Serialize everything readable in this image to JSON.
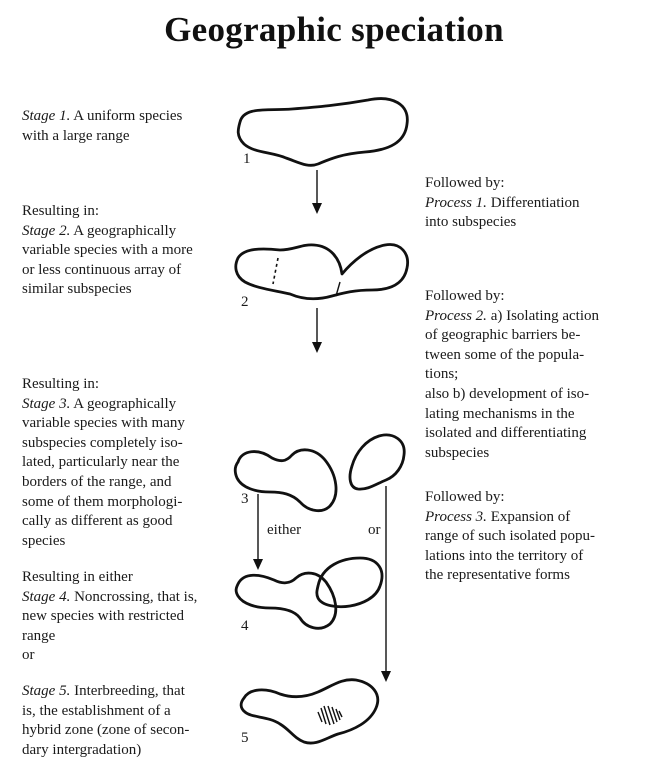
{
  "title": "Geographic speciation",
  "stage1": {
    "label": "Stage 1.",
    "line1_rest": " A uniform species",
    "line2": "with a large range"
  },
  "stage2": {
    "resulting": "Resulting in:",
    "label": "Stage 2.",
    "line1_rest": " A geographically",
    "line2": "variable species with a more",
    "line3": "or less continuous array of",
    "line4": "similar subspecies"
  },
  "stage3": {
    "resulting": "Resulting in:",
    "label": "Stage 3.",
    "line1_rest": " A geographically",
    "line2": "variable species with many",
    "line3": "subspecies completely iso-",
    "line4": "lated, particularly near the",
    "line5": "borders of the range, and",
    "line6": "some of them morphologi-",
    "line7": "cally as different as good",
    "line8": "species"
  },
  "stage4": {
    "resulting": "Resulting in either",
    "label": "Stage 4.",
    "line1_rest": " Noncrossing, that is,",
    "line2": "new species with restricted",
    "line3": "range",
    "line4": "or"
  },
  "stage5": {
    "label": "Stage 5.",
    "line1_rest": " Interbreeding, that",
    "line2": "is, the establishment of a",
    "line3": "hybrid zone (zone of secon-",
    "line4": "dary intergradation)"
  },
  "process1": {
    "followed": "Followed by:",
    "label": "Process 1.",
    "line1_rest": " Differentiation",
    "line2": "into subspecies"
  },
  "process2": {
    "followed": "Followed by:",
    "label": "Process 2.",
    "line1_rest": " a) Isolating action",
    "line2": "of geographic barriers be-",
    "line3": "tween some of the popula-",
    "line4": "tions;",
    "line5": "also b) development of iso-",
    "line6": "lating mechanisms in the",
    "line7": "isolated and differentiating",
    "line8": "subspecies"
  },
  "process3": {
    "followed": "Followed by:",
    "label": "Process 3.",
    "line1_rest": " Expansion of",
    "line2": "range of such isolated popu-",
    "line3": "lations into the territory of",
    "line4": "the representative forms"
  },
  "diagram": {
    "num1": "1",
    "num2": "2",
    "num3": "3",
    "num4": "4",
    "num5": "5",
    "either": "either",
    "or": "or"
  }
}
